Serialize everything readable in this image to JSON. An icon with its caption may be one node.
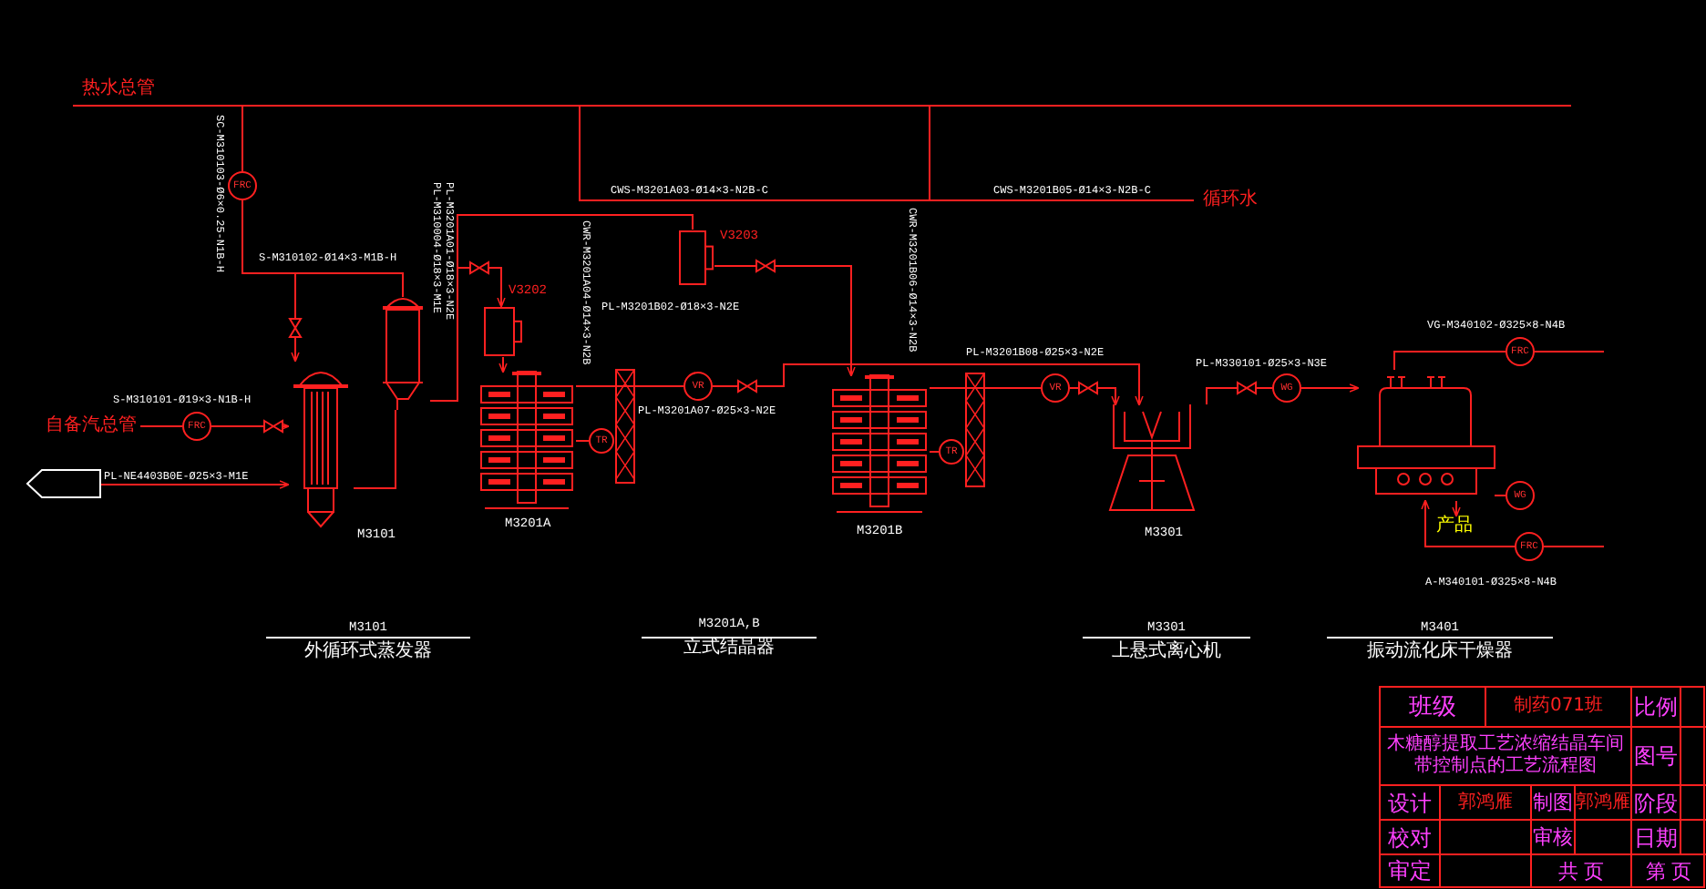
{
  "diagram": {
    "nodes": [
      {
        "text": [],
        "shape": "picture",
        "beside": [
          "M3101"
        ]
      },
      {
        "text": [],
        "shape": "picture"
      },
      {
        "text": [],
        "shape": "box",
        "beside": [
          "V3202"
        ]
      },
      {
        "text": [],
        "shape": "picture",
        "beside": [
          "M3201A"
        ]
      },
      {
        "text": [],
        "shape": "box",
        "beside": [
          "V3203"
        ]
      },
      {
        "text": [],
        "shape": "picture",
        "beside": [
          "M3201B"
        ]
      },
      {
        "text": [],
        "shape": "picture",
        "beside": [
          "M3301"
        ]
      },
      {
        "text": [],
        "shape": "picture"
      },
      {
        "text": [],
        "shape": "pentagon"
      },
      {
        "text": [
          "FRC"
        ]
      },
      {
        "text": [
          "FRC"
        ]
      },
      {
        "text": [
          "TR"
        ]
      },
      {
        "text": [
          "VR"
        ]
      },
      {
        "text": [
          "TR"
        ]
      },
      {
        "text": [
          "VR"
        ]
      },
      {
        "text": [
          "WG"
        ]
      },
      {
        "text": [
          "FRC"
        ]
      },
      {
        "text": [
          "WG"
        ]
      },
      {
        "text": [
          "FRC"
        ]
      },
      {
        "text": [
          "自备汽总管"
        ]
      },
      {
        "text": [
          "产品"
        ]
      }
    ],
    "edges": [
      {
        "from": null,
        "to": 9,
        "arrow": "none"
      },
      {
        "from": 9,
        "to": 0,
        "arrow": "to"
      },
      {
        "from": 19,
        "to": 10,
        "arrow": "none"
      },
      {
        "from": 10,
        "to": 0,
        "arrow": "to"
      },
      {
        "from": 8,
        "to": 0,
        "arrow": "to"
      },
      {
        "from": 0,
        "to": 1,
        "arrow": "none"
      },
      {
        "from": 1,
        "to": 2,
        "arrow": "to"
      },
      {
        "from": 1,
        "to": 4,
        "arrow": "none"
      },
      {
        "from": 2,
        "to": 3,
        "arrow": "to"
      },
      {
        "from": 4,
        "to": 5,
        "arrow": "to"
      },
      {
        "from": 3,
        "to": 11,
        "arrow": "none"
      },
      {
        "from": 3,
        "to": 12,
        "arrow": "none"
      },
      {
        "from": 12,
        "to": 6,
        "arrow": "to"
      },
      {
        "from": 5,
        "to": 13,
        "arrow": "none"
      },
      {
        "from": 5,
        "to": 14,
        "arrow": "none"
      },
      {
        "from": 14,
        "to": 6,
        "arrow": "to"
      },
      {
        "from": 6,
        "to": 15,
        "arrow": "none"
      },
      {
        "from": 15,
        "to": 7,
        "arrow": "to"
      },
      {
        "from": 7,
        "to": 16,
        "arrow": "none"
      },
      {
        "from": 16,
        "to": null,
        "arrow": "none"
      },
      {
        "from": 7,
        "to": 17,
        "arrow": "none"
      },
      {
        "from": null,
        "to": 18,
        "arrow": "none"
      },
      {
        "from": 18,
        "to": 7,
        "arrow": "to"
      },
      {
        "from": 7,
        "to": 20,
        "arrow": "to"
      },
      {
        "from": 1,
        "to": 0,
        "arrow": "none"
      }
    ],
    "labels": [
      "热水总管",
      "SC-M310103-Ø6×0.25-N1B-H",
      "S-M310102-Ø14×3-M1B-H",
      "PL-M310004-Ø18×3-M1E",
      "PL-M3201A01-Ø18×3-N2E",
      "CWR-M3201A04-Ø14×3-N2B",
      "CWS-M3201A03-Ø14×3-N2B-C",
      "CWS-M3201B05-Ø14×3-N2B-C",
      "循环水",
      "PL-M3201B08-Ø25×3-N2E",
      "CWR-M3201B06-Ø14×3-N2B",
      "PL-M3201B02-Ø18×3-N2E",
      "S-M310101-Ø19×3-N1B-H",
      "PL-M3201A07-Ø25×3-N2E",
      "PL-M330101-Ø25×3-N3E",
      "VG-M340102-Ø325×8-N4B",
      "PL-NE4403B0E-Ø25×3-M1E",
      "A-M340101-Ø325×8-N4B",
      "M3101",
      "外循环式蒸发器",
      "M3201A,B",
      "立式结晶器",
      "M3301",
      "上悬式离心机",
      "M3401",
      "振动流化床干燥器",
      "班级",
      "制药071班",
      "比例",
      "木糖醇提取工艺浓缩结晶车间带控制点的工艺流程图",
      "图号",
      "设计",
      "郭鸿雁",
      "制图",
      "郭鸿雁",
      "阶段",
      "校对",
      "审核",
      "日期",
      "审定",
      "共 页",
      "第 页"
    ]
  }
}
